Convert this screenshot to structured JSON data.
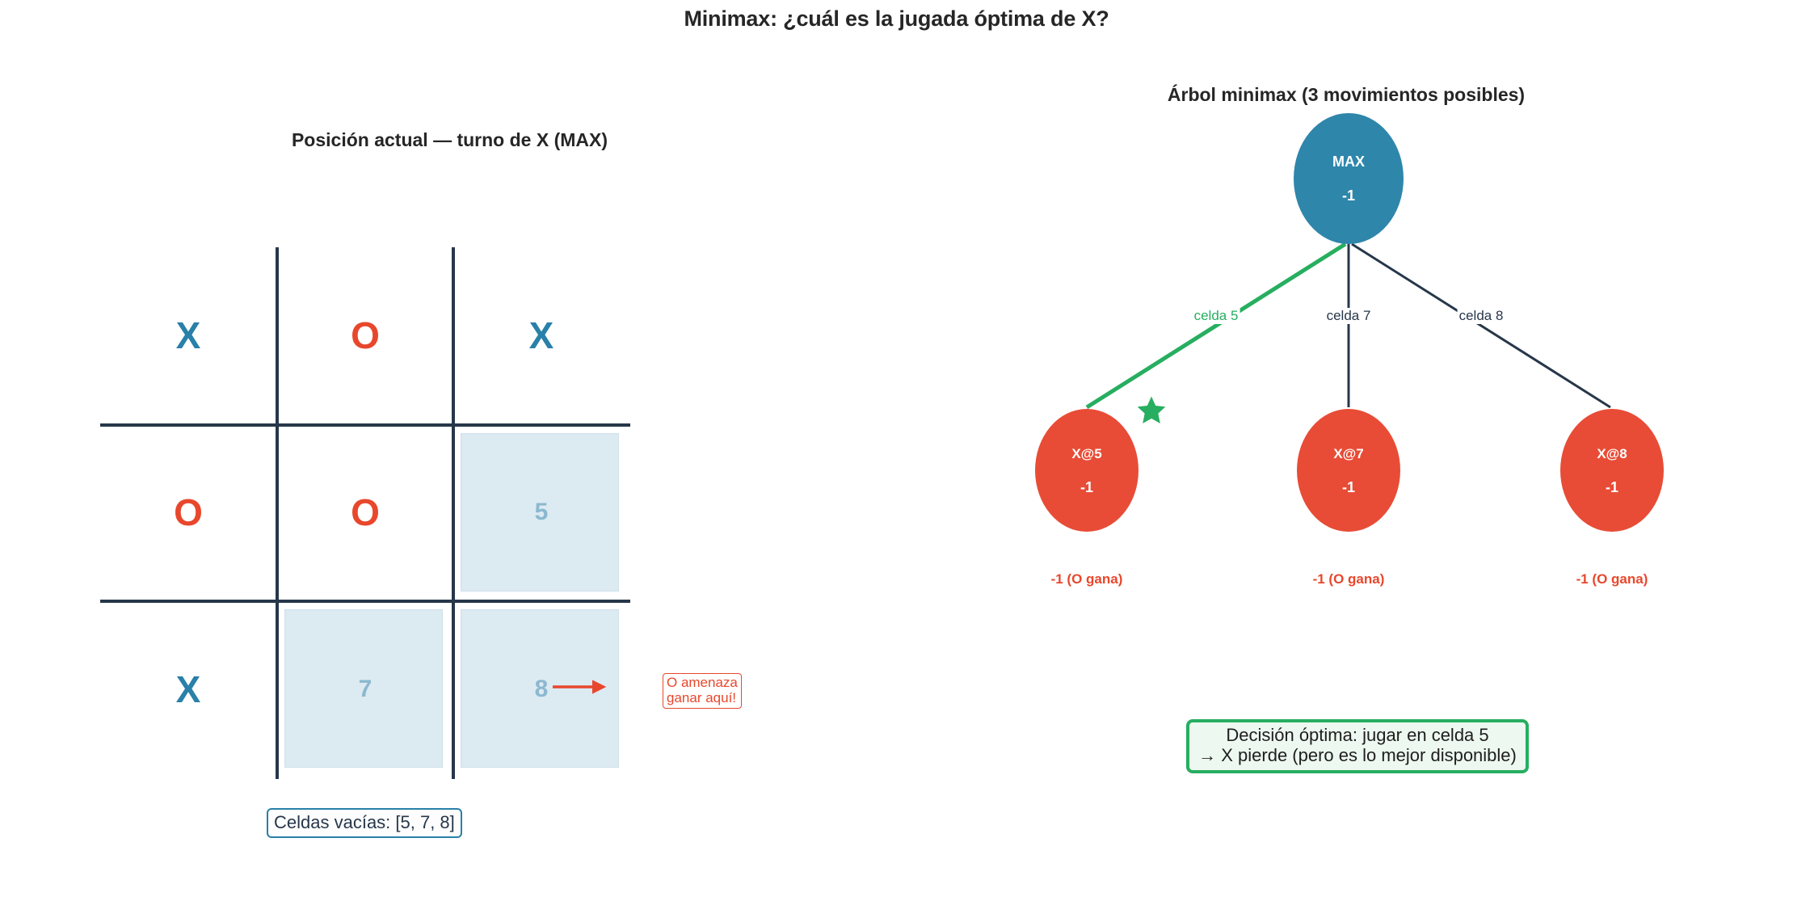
{
  "page": {
    "main_title": "Minimax: ¿cuál es la jugada óptima de X?"
  },
  "board_panel": {
    "title": "Posición actual — turno de X (MAX)",
    "cells": [
      {
        "index": 1,
        "mark": "X",
        "type": "x"
      },
      {
        "index": 2,
        "mark": "O",
        "type": "o"
      },
      {
        "index": 3,
        "mark": "X",
        "type": "x"
      },
      {
        "index": 4,
        "mark": "O",
        "type": "o"
      },
      {
        "index": 5,
        "mark": "O",
        "type": "o"
      },
      {
        "index": 6,
        "mark": "5",
        "type": "empty"
      },
      {
        "index": 7,
        "mark": "X",
        "type": "x"
      },
      {
        "index": 8,
        "mark": "7",
        "type": "empty"
      },
      {
        "index": 9,
        "mark": "8",
        "type": "empty"
      }
    ],
    "threat_note": "O amenaza\nganar aquí!",
    "empty_cells_label": "Celdas vacías: [5, 7, 8]"
  },
  "tree_panel": {
    "title": "Árbol minimax (3 movimientos posibles)",
    "root": {
      "label": "MAX",
      "value": "-1"
    },
    "edges": [
      {
        "label": "celda 5",
        "best": true
      },
      {
        "label": "celda 7",
        "best": false
      },
      {
        "label": "celda 8",
        "best": false
      }
    ],
    "leaves": [
      {
        "label": "X@5",
        "value": "-1",
        "caption": "-1 (O gana)",
        "best": true
      },
      {
        "label": "X@7",
        "value": "-1",
        "caption": "-1 (O gana)",
        "best": false
      },
      {
        "label": "X@8",
        "value": "-1",
        "caption": "-1 (O gana)",
        "best": false
      }
    ],
    "best_marker": "star-icon",
    "decision_note": "Decisión óptima: jugar en celda 5\n→ X pierde (pero es lo mejor disponible)"
  },
  "colors": {
    "x_blue": "#2980a8",
    "o_red": "#e8472c",
    "grid_dark": "#27374a",
    "highlight": "#dceaf2",
    "best_green": "#27ae60",
    "node_blue": "#2e80a8",
    "node_red": "#e8472c"
  }
}
